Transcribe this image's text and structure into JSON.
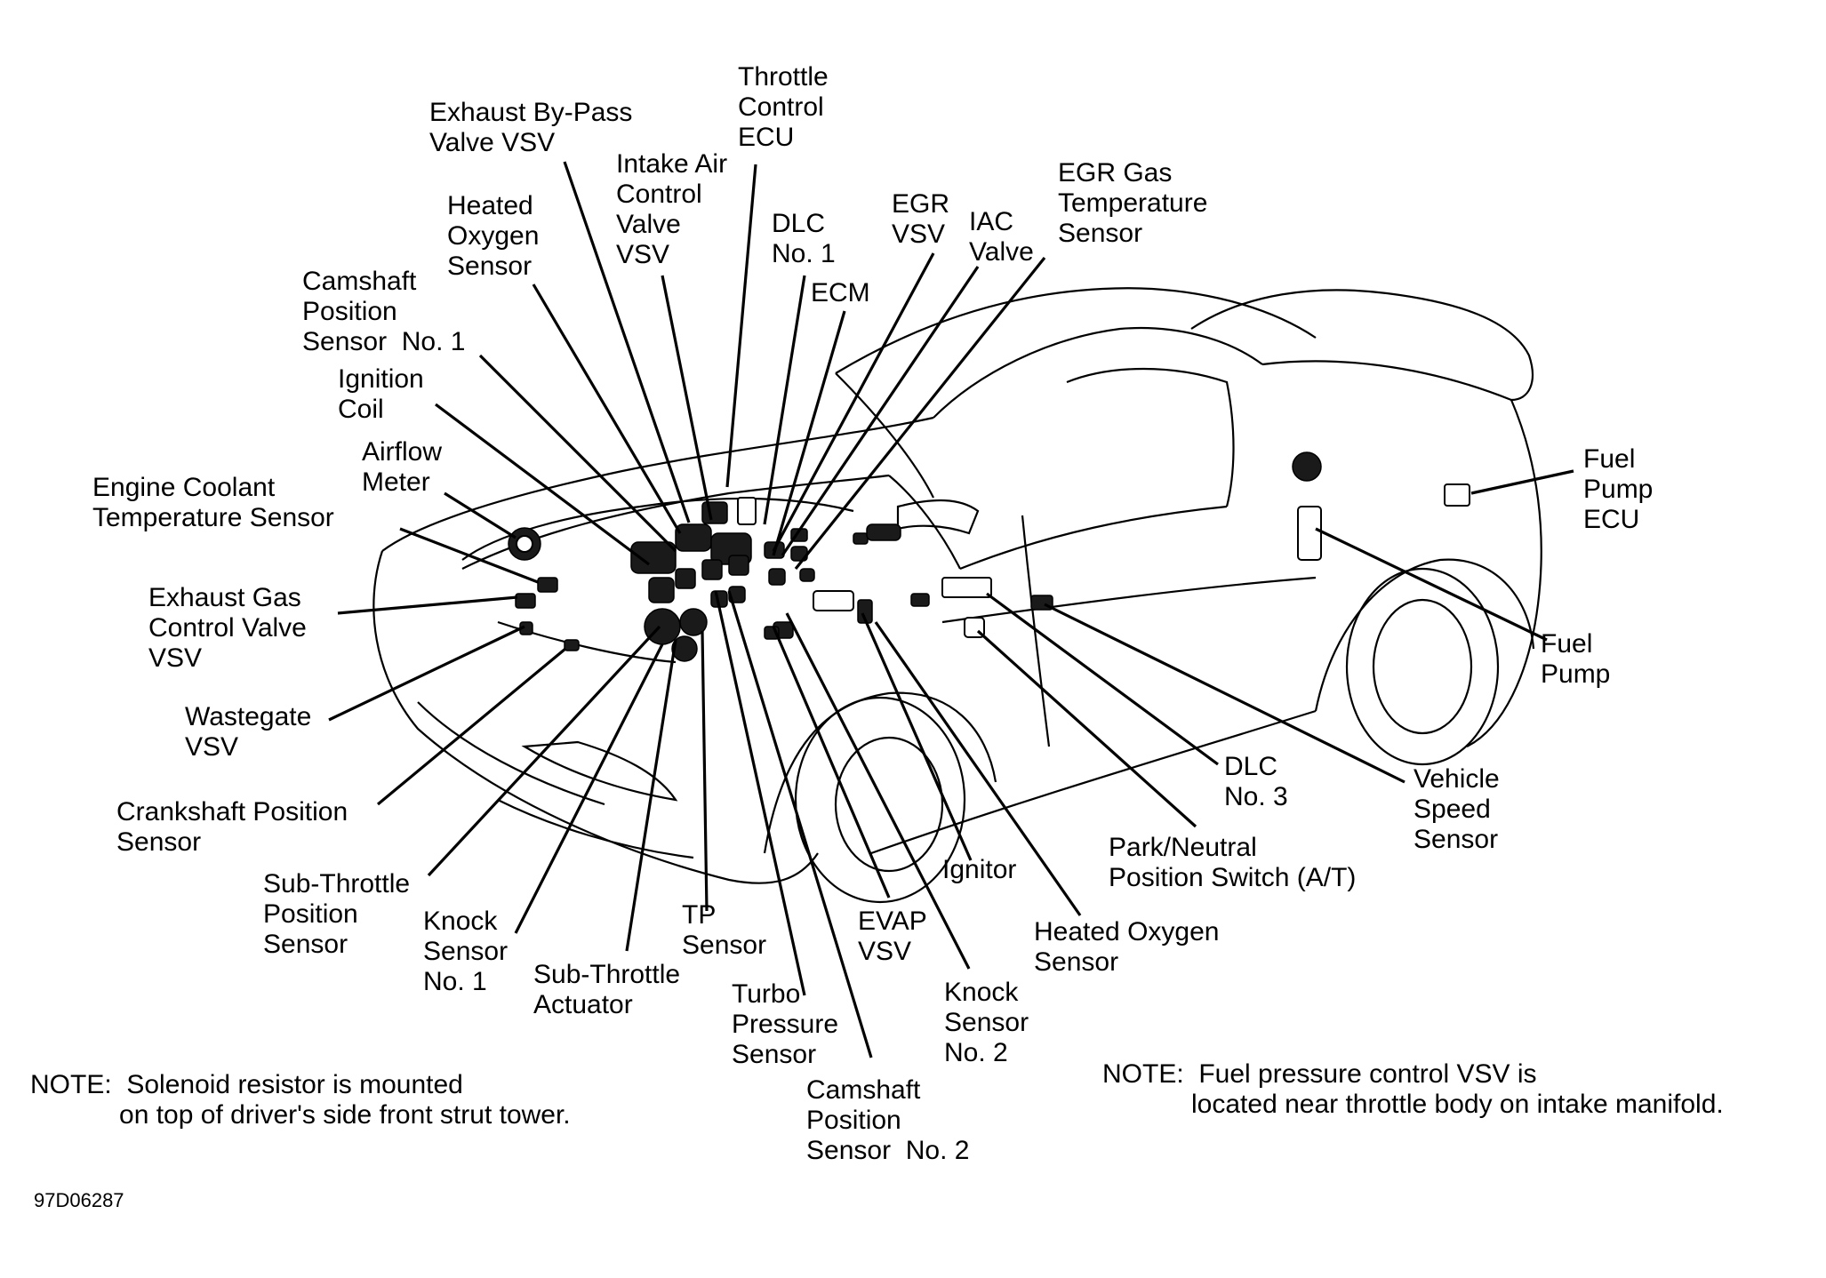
{
  "labels": {
    "throttle_control_ecu": "Throttle\nControl\nECU",
    "exhaust_bypass_valve_vsv": "Exhaust By-Pass\nValve VSV",
    "intake_air_control_valve_vsv": "Intake Air\nControl\nValve\nVSV",
    "heated_oxygen_sensor_top": "Heated\nOxygen\nSensor",
    "dlc_no1": "DLC\nNo. 1",
    "egr_vsv": "EGR\nVSV",
    "iac_valve": "IAC\nValve",
    "egr_gas_temperature_sensor": "EGR Gas\nTemperature\nSensor",
    "ecm": "ECM",
    "camshaft_position_sensor_no1": "Camshaft\nPosition\nSensor  No. 1",
    "ignition_coil": "Ignition\nCoil",
    "airflow_meter": "Airflow\nMeter",
    "engine_coolant_temperature_sensor": "Engine Coolant\nTemperature Sensor",
    "exhaust_gas_control_valve_vsv": "Exhaust Gas\nControl Valve\nVSV",
    "wastegate_vsv": "Wastegate\nVSV",
    "crankshaft_position_sensor": "Crankshaft Position\nSensor",
    "sub_throttle_position_sensor": "Sub-Throttle\nPosition\nSensor",
    "knock_sensor_no1": "Knock\nSensor\nNo. 1",
    "sub_throttle_actuator": "Sub-Throttle\nActuator",
    "tp_sensor": "TP\nSensor",
    "turbo_pressure_sensor": "Turbo\nPressure\nSensor",
    "camshaft_position_sensor_no2": "Camshaft\nPosition\nSensor  No. 2",
    "evap_vsv": "EVAP\nVSV",
    "knock_sensor_no2": "Knock\nSensor\nNo. 2",
    "ignitor": "Ignitor",
    "heated_oxygen_sensor_bottom": "Heated Oxygen\nSensor",
    "park_neutral_position_switch": "Park/Neutral\nPosition Switch (A/T)",
    "dlc_no3": "DLC\nNo. 3",
    "vehicle_speed_sensor": "Vehicle\nSpeed\nSensor",
    "fuel_pump": "Fuel\nPump",
    "fuel_pump_ecu": "Fuel\nPump\nECU"
  },
  "notes": {
    "left": "NOTE:  Solenoid resistor is mounted\n            on top of driver's side front strut tower.",
    "right": "NOTE:  Fuel pressure control VSV is\n            located near throttle body on intake manifold."
  },
  "figure_code": "97D06287"
}
